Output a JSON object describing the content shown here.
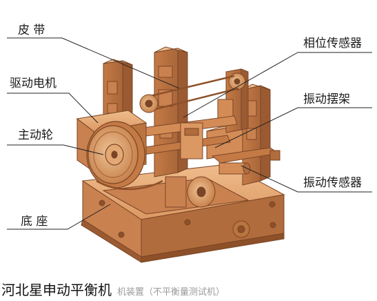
{
  "labels": {
    "belt": "皮  带",
    "drive_motor": "驱动电机",
    "drive_wheel": "主动轮",
    "base": "底  座",
    "phase_sensor": "相位传感器",
    "vibration_swing_frame": "振动摆架",
    "vibration_sensor": "振动传感器"
  },
  "caption": "河北星申动平衡机",
  "subcaption": "机装置（不平衡量测试机）",
  "colors": {
    "machine_main": "#d9925c",
    "machine_light": "#eab17f",
    "machine_dark": "#a9663a",
    "outline": "#7a4526",
    "leader_line": "#222222"
  }
}
